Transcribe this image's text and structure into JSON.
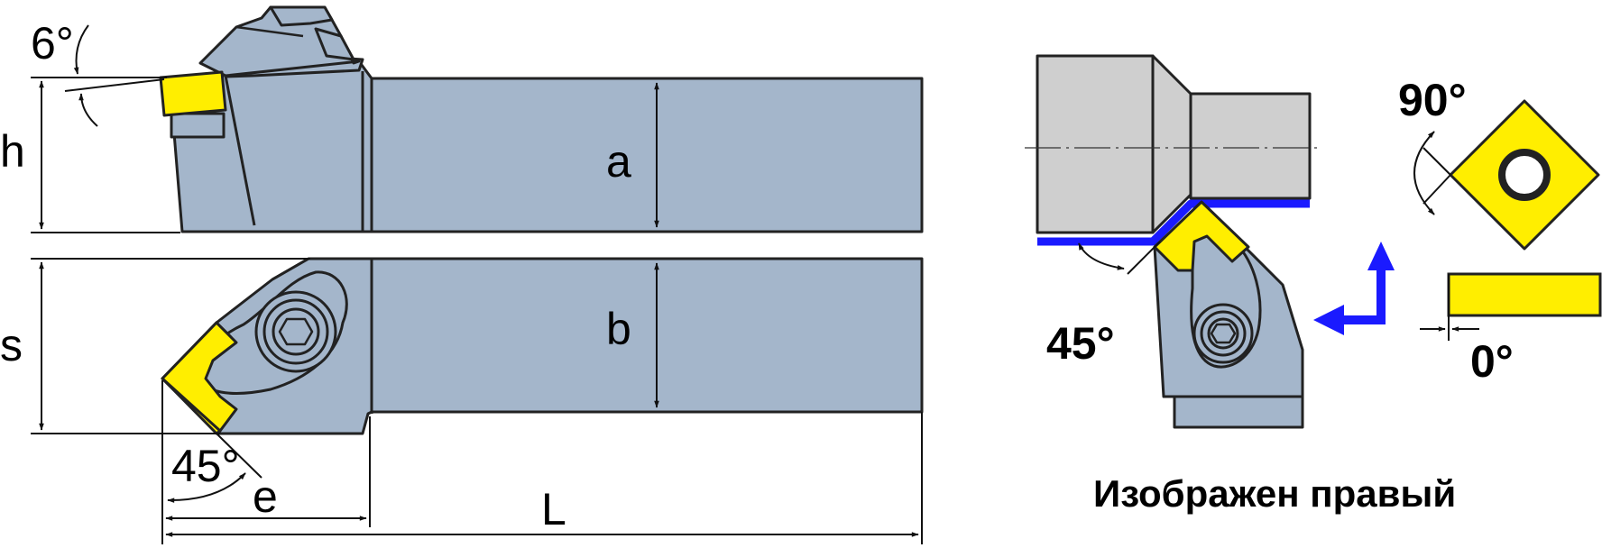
{
  "labels": {
    "clearance_angle": "6°",
    "height_h": "h",
    "shank_a": "a",
    "shank_b": "b",
    "height_s": "s",
    "lead_angle_bottom": "45°",
    "offset_e": "e",
    "length_L": "L",
    "lead_angle_right": "45°",
    "insert_angle": "90°",
    "insert_clearance": "0°",
    "caption": "Изображен правый"
  },
  "colors": {
    "body": "#a4b6cb",
    "insert": "#ffee00",
    "shaft": "#cfcfcf",
    "seat_strip": "#1a1aff",
    "arrows": "#1a1aff",
    "outline": "#222222"
  }
}
